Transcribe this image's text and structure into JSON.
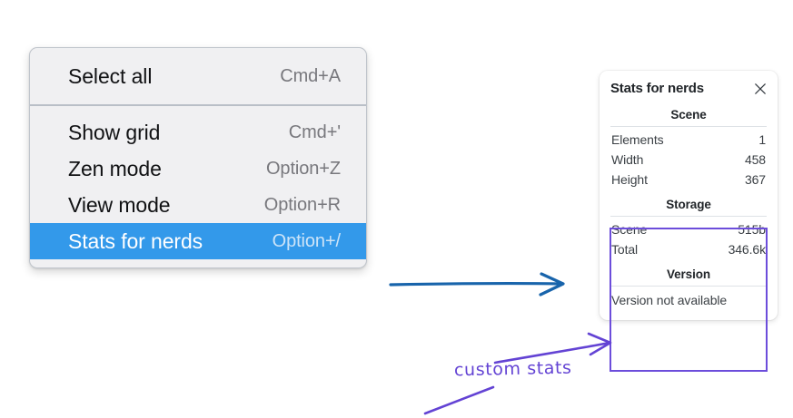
{
  "context_menu": {
    "sections": [
      {
        "items": [
          {
            "label": "Select all",
            "shortcut": "Cmd+A",
            "selected": false
          }
        ]
      },
      {
        "items": [
          {
            "label": "Show grid",
            "shortcut": "Cmd+'",
            "selected": false
          },
          {
            "label": "Zen mode",
            "shortcut": "Option+Z",
            "selected": false
          },
          {
            "label": "View mode",
            "shortcut": "Option+R",
            "selected": false
          },
          {
            "label": "Stats for nerds",
            "shortcut": "Option+/",
            "selected": true
          }
        ]
      }
    ],
    "highlight_color": "#3399ea",
    "background_color": "#f0f0f2"
  },
  "stats_panel": {
    "title": "Stats for nerds",
    "close_icon": "close-icon",
    "groups": [
      {
        "heading": "Scene",
        "rows": [
          {
            "key": "Elements",
            "value": "1"
          },
          {
            "key": "Width",
            "value": "458"
          },
          {
            "key": "Height",
            "value": "367"
          }
        ]
      },
      {
        "heading": "Storage",
        "rows": [
          {
            "key": "Scene",
            "value": "515b"
          },
          {
            "key": "Total",
            "value": "346.6k"
          }
        ]
      },
      {
        "heading": "Version",
        "note": "Version not available",
        "rows": []
      }
    ]
  },
  "annotations": {
    "arrow_blue_color": "#1864ab",
    "arrow_purple_color": "#6343d4",
    "highlight_box_color": "#6c4ddb",
    "label": "custom stats"
  }
}
